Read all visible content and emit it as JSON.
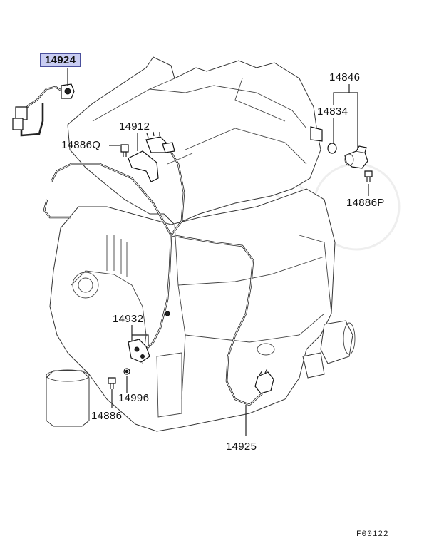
{
  "labels": {
    "p14924": "14924",
    "p14846": "14846",
    "p14834": "14834",
    "p14912": "14912",
    "p14886Q": "14886Q",
    "p14886P": "14886P",
    "p14932": "14932",
    "p14996": "14996",
    "p14886": "14886",
    "p14925": "14925"
  },
  "figure_code": "F00122",
  "colors": {
    "highlight_bg": "#c9cdf2",
    "highlight_border": "#4a4f9c"
  }
}
